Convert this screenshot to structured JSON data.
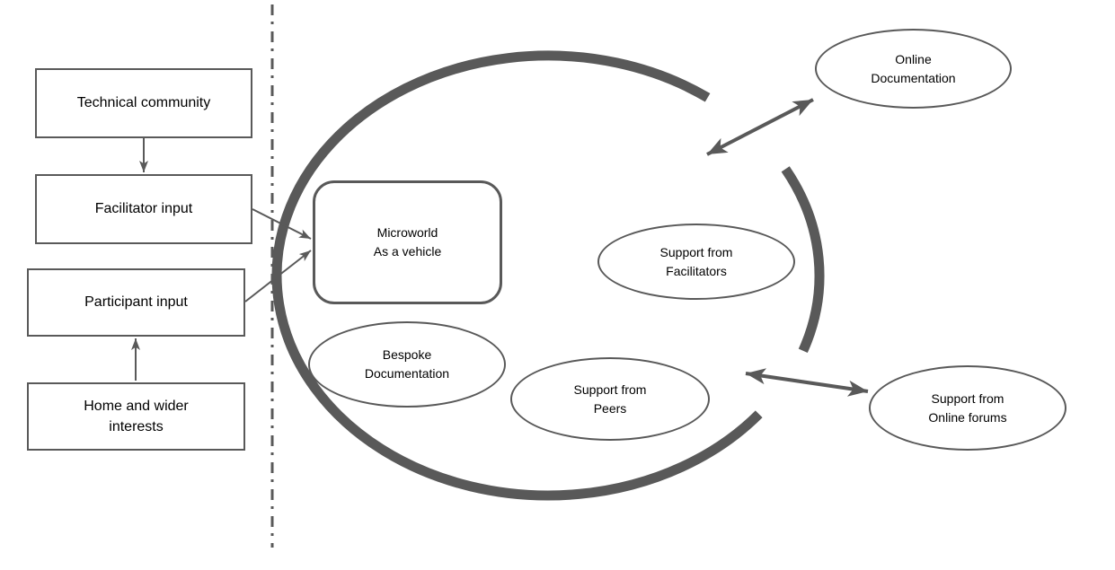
{
  "colors": {
    "stroke": "#595959",
    "text": "#000000",
    "background": "#ffffff"
  },
  "flow_boxes": [
    {
      "line1": "Technical community",
      "line2": ""
    },
    {
      "line1": "Facilitator input",
      "line2": ""
    },
    {
      "line1": "Participant input",
      "line2": ""
    },
    {
      "line1": "Home and wider",
      "line2": "interests"
    }
  ],
  "microworld": {
    "line1": "Microworld",
    "line2": "As a vehicle"
  },
  "inner_ellipses": {
    "support_facilitators": {
      "line1": "Support from",
      "line2": "Facilitators"
    },
    "bespoke_documentation": {
      "line1": "Bespoke",
      "line2": "Documentation"
    },
    "support_peers": {
      "line1": "Support from",
      "line2": "Peers"
    }
  },
  "outer_ellipses": {
    "online_documentation": {
      "line1": "Online",
      "line2": "Documentation"
    },
    "support_online_forums": {
      "line1": "Support from",
      "line2": "Online forums"
    }
  }
}
